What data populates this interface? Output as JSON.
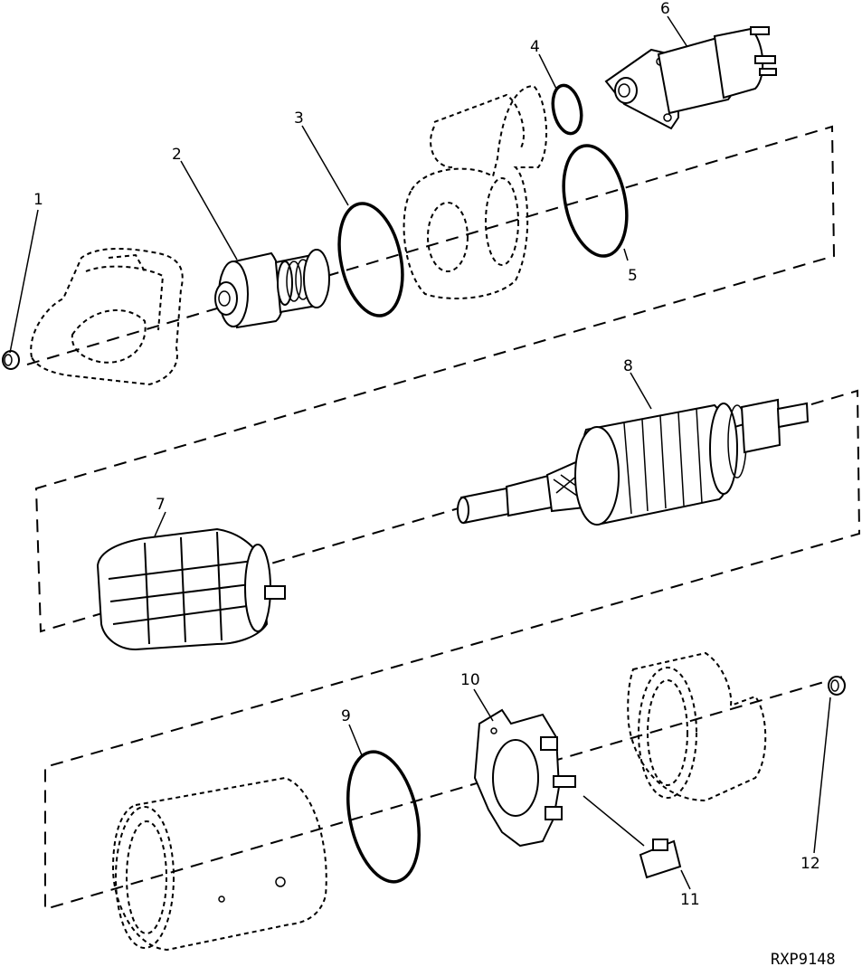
{
  "figure_id": "RXP9148",
  "callouts": [
    "1",
    "2",
    "3",
    "4",
    "5",
    "6",
    "7",
    "8",
    "9",
    "10",
    "11",
    "12"
  ]
}
